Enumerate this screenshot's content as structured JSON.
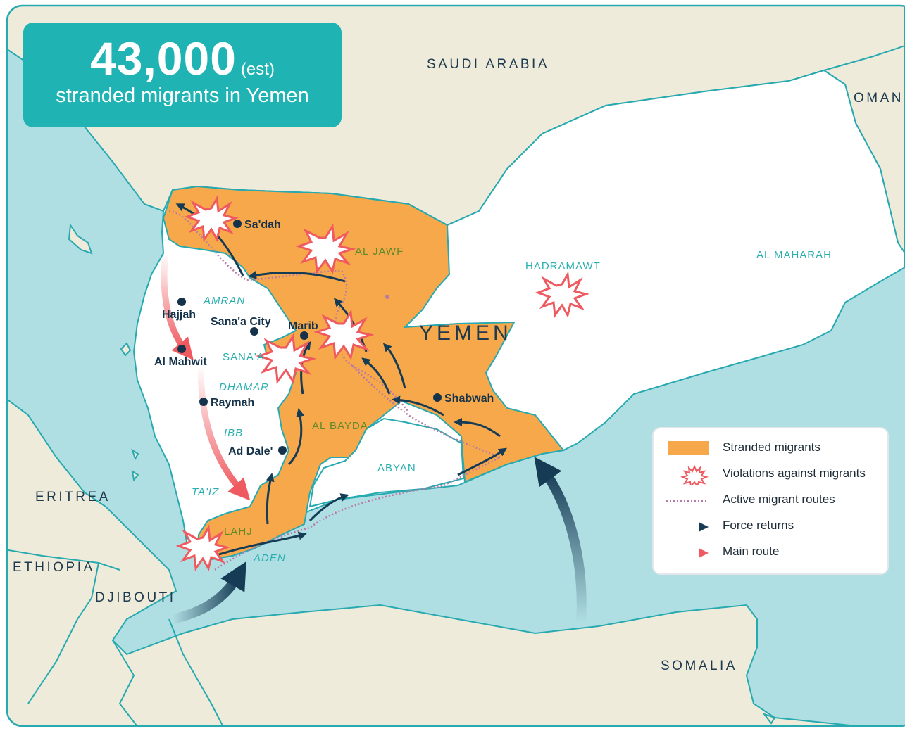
{
  "headline": {
    "number": "43,000",
    "number_note": "(est)",
    "subtitle": "stranded migrants in Yemen"
  },
  "countries": {
    "saudi_arabia": "SAUDI ARABIA",
    "oman": "OMAN",
    "yemen": "YEMEN",
    "eritrea": "ERITREA",
    "ethiopia": "ETHIOPIA",
    "djibouti": "DJIBOUTI",
    "somalia": "SOMALIA"
  },
  "regions": {
    "al_jawf": "AL JAWF",
    "hadramawt": "HADRAMAWT",
    "al_maharah": "AL MAHARAH",
    "amran": "AMRAN",
    "sanaa": "SANA'A",
    "dhamar": "DHAMAR",
    "ibb": "IBB",
    "al_bayda": "AL BAYDA",
    "abyan": "ABYAN",
    "taiz": "TA'IZ",
    "lahj": "LAHJ",
    "aden": "ADEN"
  },
  "cities": {
    "sadah": "Sa'dah",
    "hajjah": "Hajjah",
    "sanaa_city": "Sana'a City",
    "marib": "Marib",
    "al_mahwit": "Al Mahwit",
    "raymah": "Raymah",
    "ad_dale": "Ad Dale'",
    "shabwah": "Shabwah"
  },
  "legend": {
    "items": [
      {
        "label": "Stranded migrants",
        "icon": "orange-area-swatch"
      },
      {
        "label": "Violations against migrants",
        "icon": "burst-icon"
      },
      {
        "label": "Active migrant routes",
        "icon": "dotted-line-icon"
      },
      {
        "label": "Force returns",
        "icon": "dark-arrow-icon"
      },
      {
        "label": "Main route",
        "icon": "red-arrow-icon"
      }
    ]
  },
  "colors": {
    "sea": "#b0dfe3",
    "land": "#efebdb",
    "yemen": "#ffffff",
    "stranded": "#f7a84a",
    "border": "#27a9b0",
    "violation": "#ee5a5f",
    "route_dots": "#b97aa6",
    "force_return": "#153b55",
    "main_route": "#ee5a5f",
    "headline_bg": "#1fb3b3"
  }
}
